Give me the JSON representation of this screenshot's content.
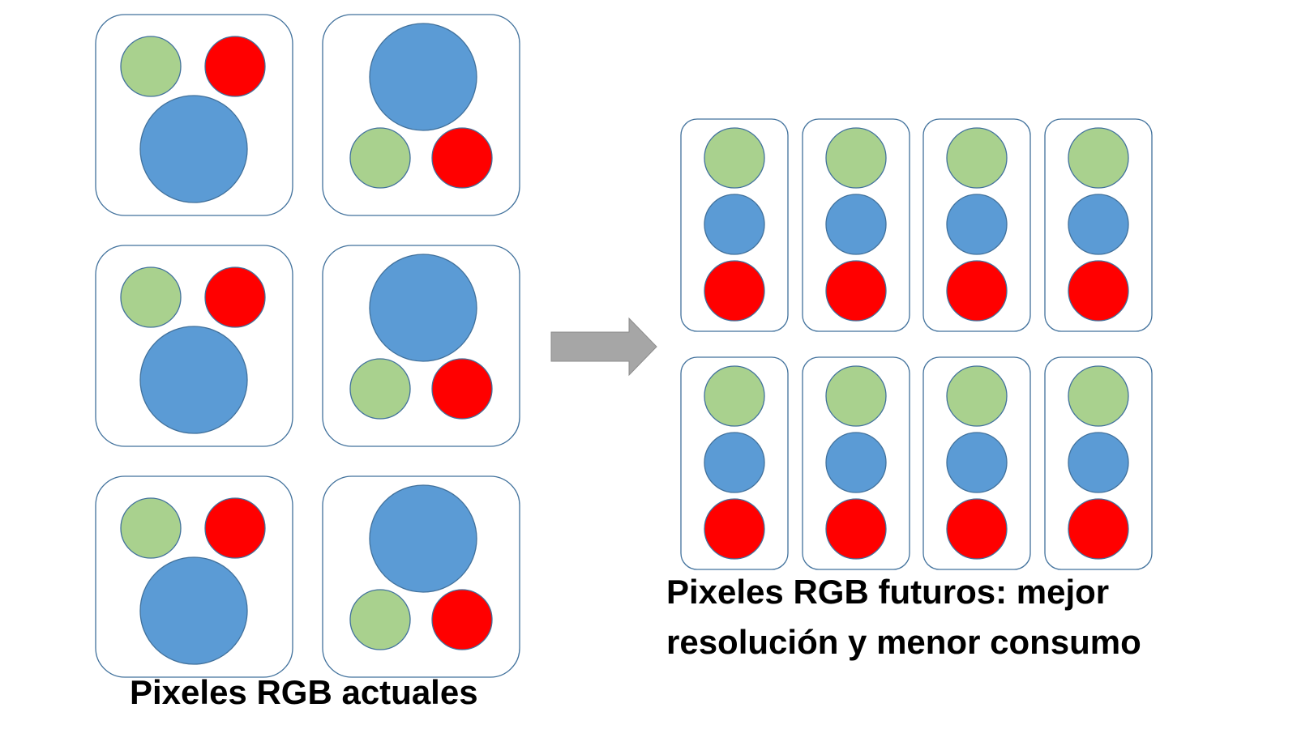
{
  "colors": {
    "green": "#a9d18e",
    "red": "#ff0000",
    "blue": "#5b9bd5",
    "outline": "#41719c",
    "arrow": "#a6a6a6"
  },
  "current_pixels": {
    "caption": "Pixeles RGB actuales",
    "layouts": [
      "large-blue-bottom",
      "large-blue-top",
      "large-blue-bottom",
      "large-blue-top",
      "large-blue-bottom",
      "large-blue-top"
    ],
    "subpixel_order": [
      "green",
      "red",
      "blue"
    ]
  },
  "arrow": {
    "icon": "right-arrow-icon"
  },
  "future_pixels": {
    "caption_line1": "Pixeles RGB futuros: mejor",
    "caption_line2": "resolución y menor consumo",
    "count": 8,
    "subpixel_order": [
      "green",
      "blue",
      "red"
    ]
  }
}
